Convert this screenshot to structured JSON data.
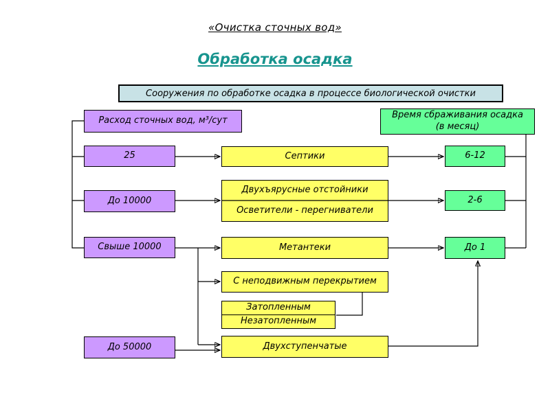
{
  "slide": {
    "title": "«Очистка сточных вод»",
    "subtitle": "Обработка осадка",
    "banner": "Сооружения по обработке осадка в процессе биологической очистки"
  },
  "colors": {
    "box_purple": "#cc99ff",
    "box_yellow": "#ffff66",
    "box_green": "#66ff99",
    "banner_bg": "#c8e2e6",
    "subtitle_teal": "#17948e",
    "connector": "#000000"
  },
  "nodes": {
    "flow_header": {
      "label": "Расход сточных вод, м³/сут"
    },
    "time_header": {
      "line1": "Время сбраживания осадка",
      "line2": "(в месяц)"
    },
    "flow_25": {
      "label": "25"
    },
    "septics": {
      "label": "Септики"
    },
    "time_6_12": {
      "label": "6-12"
    },
    "flow_to_10000": {
      "label": "До 10000"
    },
    "two_tier_settlers": {
      "label": "Двухъярусные отстойники"
    },
    "clarifier_digesters": {
      "label": "Осветители - перегниватели"
    },
    "time_2_6": {
      "label": "2-6"
    },
    "flow_over_10000": {
      "label": "Свыше 10000"
    },
    "methane_tanks": {
      "label": "Метантеки"
    },
    "time_to_1": {
      "label": "До 1"
    },
    "fixed_cover": {
      "label": "С неподвижным перекрытием"
    },
    "submerged": {
      "label": "Затопленным"
    },
    "not_submerged": {
      "label": "Незатопленным"
    },
    "flow_to_50000": {
      "label": "До 50000"
    },
    "two_stage": {
      "label": "Двухступенчатые"
    }
  }
}
